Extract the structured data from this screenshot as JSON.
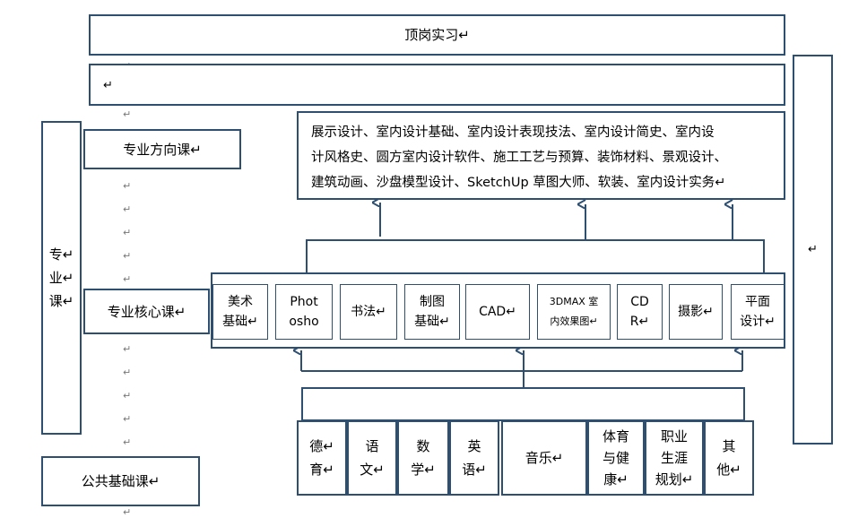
{
  "top_bar": {
    "text": "顶岗实习↵"
  },
  "second_bar": {
    "text": "↵"
  },
  "right_bar": {
    "text": "↵"
  },
  "left_column": {
    "chars": [
      "专↵",
      "业↵",
      "课↵"
    ]
  },
  "labels": {
    "direction": "专业方向课↵",
    "core": "专业核心课↵",
    "public": "公共基础课↵"
  },
  "direction_courses": {
    "lines": [
      "展示设计、室内设计基础、室内设计表现技法、室内设计简史、室内设",
      "计风格史、圆方室内设计软件、施工工艺与预算、装饰材料、景观设计、",
      "建筑动画、沙盘模型设计、SketchUp 草图大师、软装、室内设计实务↵"
    ]
  },
  "core_courses": [
    {
      "lines": [
        "美术",
        "基础↵"
      ]
    },
    {
      "lines": [
        "Phot",
        "osho"
      ]
    },
    {
      "lines": [
        "书法↵"
      ]
    },
    {
      "lines": [
        "制图",
        "基础↵"
      ]
    },
    {
      "lines": [
        "CAD↵"
      ]
    },
    {
      "lines": [
        "3DMAX 室",
        "内效果图↵"
      ]
    },
    {
      "lines": [
        "CD",
        "R↵"
      ]
    },
    {
      "lines": [
        "摄影↵"
      ]
    },
    {
      "lines": [
        "平面",
        "设计↵"
      ]
    }
  ],
  "public_courses": [
    {
      "lines": [
        "德↵",
        "育↵"
      ]
    },
    {
      "lines": [
        "语",
        "文↵"
      ]
    },
    {
      "lines": [
        "数",
        "学↵"
      ]
    },
    {
      "lines": [
        "英",
        "语↵"
      ]
    },
    {
      "lines": [
        "音乐↵"
      ]
    },
    {
      "lines": [
        "体育",
        "与健",
        "康↵"
      ]
    },
    {
      "lines": [
        "职业",
        "生涯",
        "规划↵"
      ]
    },
    {
      "lines": [
        "其",
        "他↵"
      ]
    }
  ],
  "paragraph_mark": "↵",
  "colors": {
    "border": "#2f4f70",
    "arrow": "#2f4f70",
    "mark": "#777777"
  }
}
